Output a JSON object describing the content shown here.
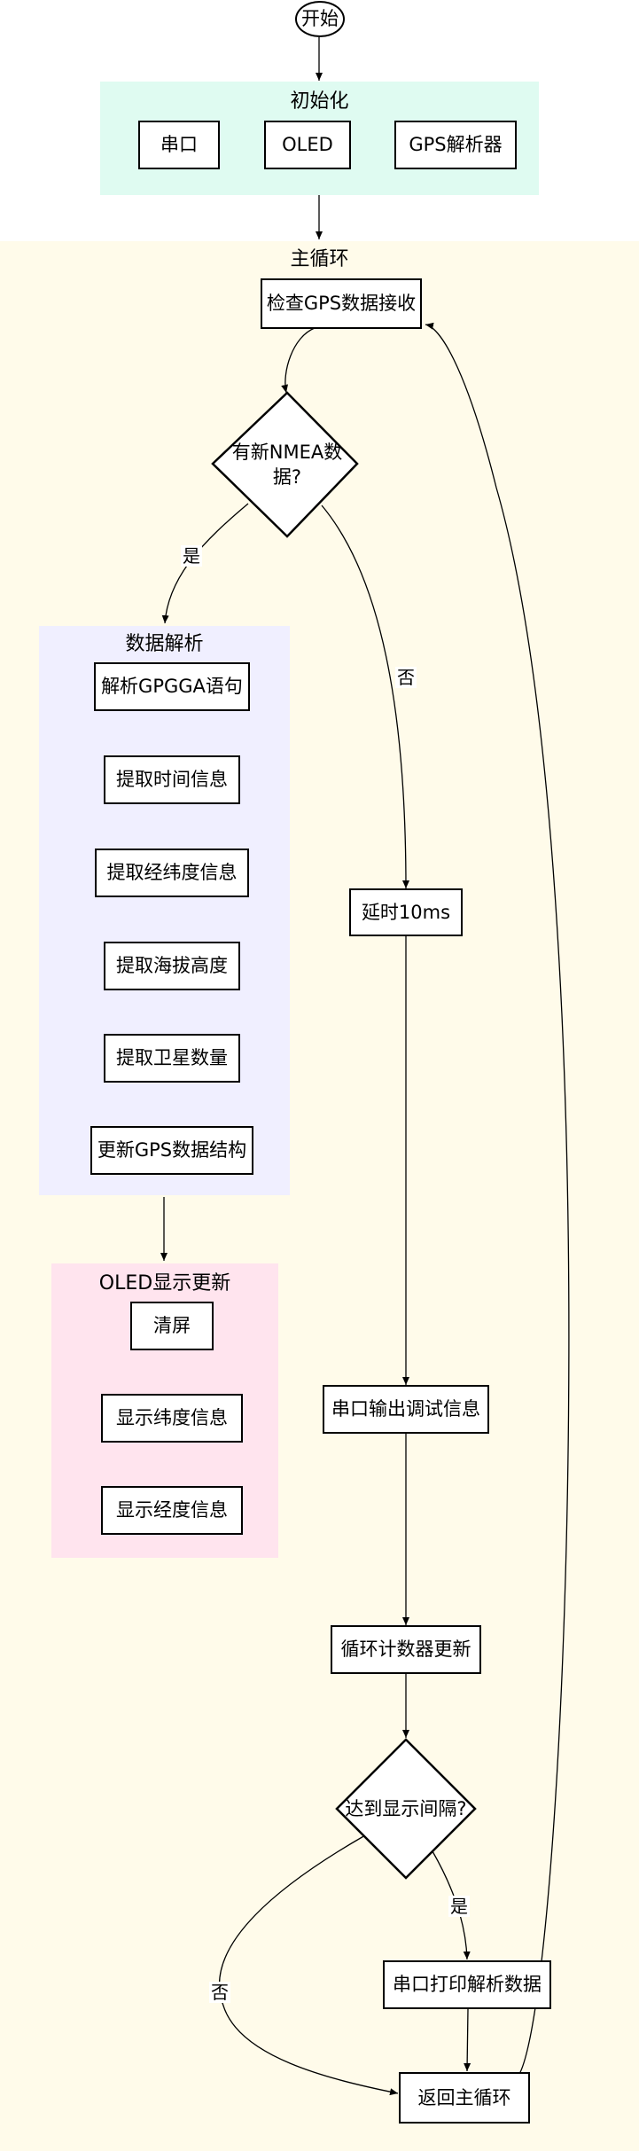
{
  "diagram": {
    "start": "开始",
    "init_group": {
      "title": "初始化",
      "items": [
        "串口",
        "OLED",
        "GPS解析器"
      ]
    },
    "main_loop": {
      "title": "主循环",
      "check": "检查GPS数据接收",
      "decision_nmea": "有新NMEA数据?",
      "yes": "是",
      "no": "否",
      "delay": "延时10ms",
      "uart_debug": "串口输出调试信息",
      "counter": "循环计数器更新",
      "decision_display": "达到显示间隔?",
      "print_parse": "串口打印解析数据",
      "return": "返回主循环"
    },
    "parse_group": {
      "title": "数据解析",
      "items": [
        "解析GPGGA语句",
        "提取时间信息",
        "提取经纬度信息",
        "提取海拔高度",
        "提取卫星数量",
        "更新GPS数据结构"
      ]
    },
    "oled_group": {
      "title": "OLED显示更新",
      "items": [
        "清屏",
        "显示纬度信息",
        "显示经度信息"
      ]
    },
    "colors": {
      "init_bg": "#dffbf1",
      "loop_bg": "#fffbea",
      "parse_bg": "#f0efff",
      "oled_bg": "#ffe4ee",
      "node_border": "#000000",
      "edge": "#000000"
    }
  }
}
